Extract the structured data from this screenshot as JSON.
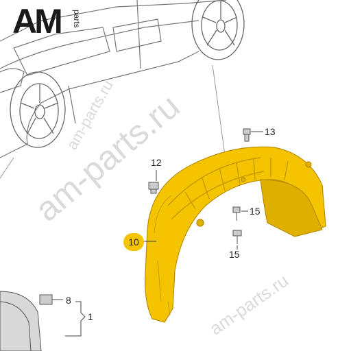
{
  "logo": {
    "brand": "AM",
    "suffix": "parts"
  },
  "watermarks": [
    "am-parts.ru",
    "am-parts.ru",
    "am-parts.ru"
  ],
  "callouts": {
    "c1": "1",
    "c8": "8",
    "c10": "10",
    "c12": "12",
    "c13": "13",
    "c15a": "15",
    "c15b": "15"
  },
  "colors": {
    "liner": "#f5c400",
    "liner_dark": "#c99a00",
    "line": "#555555"
  }
}
